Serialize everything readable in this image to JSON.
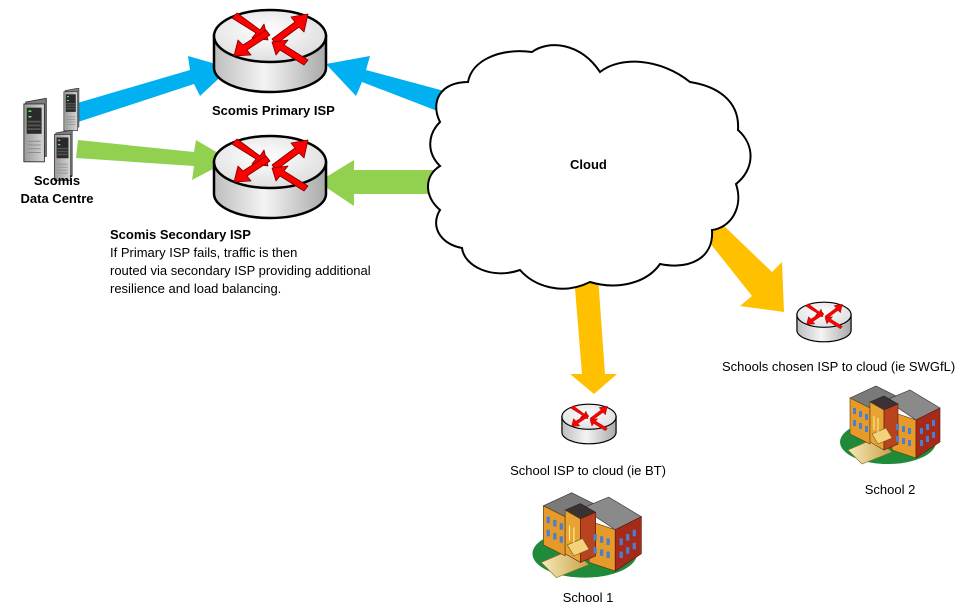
{
  "diagram": {
    "title": "Scomis network connectivity",
    "colors": {
      "primary_link": "#00b0f0",
      "secondary_link": "#92d050",
      "school_link": "#ffc000",
      "router_arrow": "#ff0000"
    },
    "nodes": {
      "data_centre": {
        "label_line1": "Scomis",
        "label_line2": "Data Centre",
        "icon": "server-icon"
      },
      "primary_isp": {
        "label": "Scomis Primary ISP",
        "icon": "router-icon"
      },
      "secondary_isp": {
        "label": "Scomis Secondary ISP",
        "description": [
          "If Primary ISP fails, traffic is then",
          "routed via secondary ISP providing additional",
          "resilience and load balancing."
        ],
        "icon": "router-icon"
      },
      "cloud": {
        "label": "Cloud",
        "icon": "cloud-icon"
      },
      "school_isp_1": {
        "label": "School ISP to cloud (ie BT)",
        "icon": "router-icon"
      },
      "school_isp_2": {
        "label": "Schools chosen ISP to cloud (ie SWGfL)",
        "icon": "router-icon"
      },
      "school_1": {
        "label": "School 1",
        "icon": "school-building-icon"
      },
      "school_2": {
        "label": "School 2",
        "icon": "school-building-icon"
      }
    },
    "edges": [
      {
        "from": "data_centre",
        "to": "primary_isp",
        "color": "primary_link"
      },
      {
        "from": "cloud",
        "to": "primary_isp",
        "color": "primary_link"
      },
      {
        "from": "data_centre",
        "to": "secondary_isp",
        "color": "secondary_link"
      },
      {
        "from": "cloud",
        "to": "secondary_isp",
        "color": "secondary_link"
      },
      {
        "from": "cloud",
        "to": "school_isp_1",
        "color": "school_link"
      },
      {
        "from": "cloud",
        "to": "school_isp_2",
        "color": "school_link"
      }
    ]
  }
}
